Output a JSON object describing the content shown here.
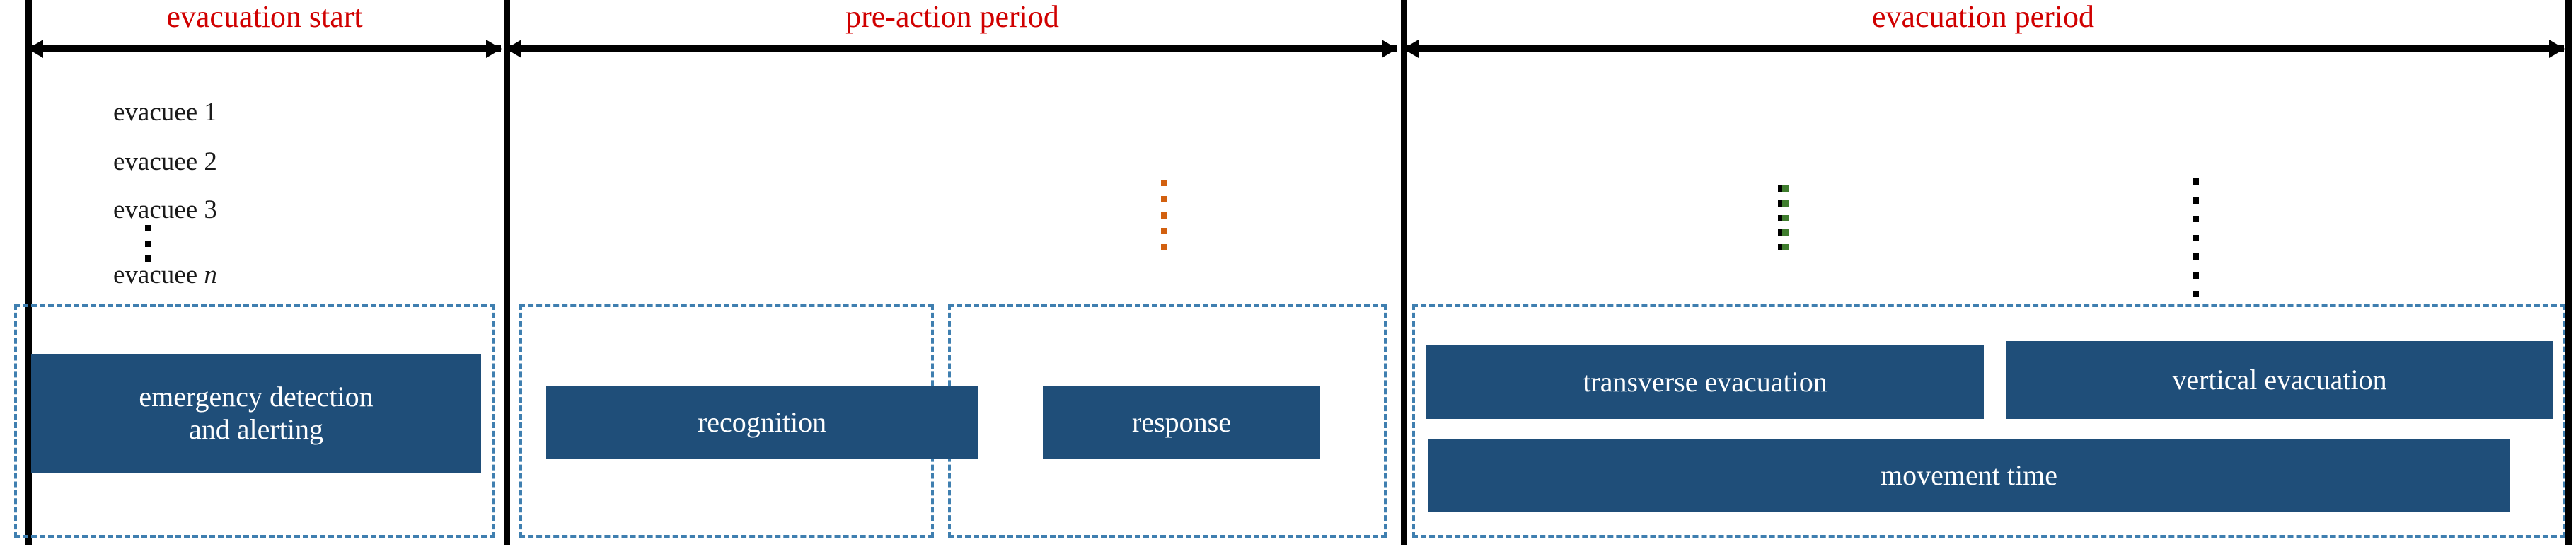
{
  "figure": {
    "title": "evacuation timeline phases diagram",
    "type": "timeline-diagram"
  },
  "periods": [
    {
      "id": "evacuation-start",
      "label": "evacuation start"
    },
    {
      "id": "pre-action-period",
      "label": "pre-action period"
    },
    {
      "id": "evacuation-period",
      "label": "evacuation period"
    }
  ],
  "evacuees": [
    {
      "id": "evacuee-1",
      "label": "evacuee 1"
    },
    {
      "id": "evacuee-2",
      "label": "evacuee 2"
    },
    {
      "id": "evacuee-3",
      "label": "evacuee 3"
    },
    {
      "id": "evacuee-n",
      "label": "evacuee ",
      "italic_suffix": "n"
    }
  ],
  "ellipsis_symbol": "⋮",
  "phase_blocks": [
    {
      "id": "emergency-detection-and-alerting",
      "line1": "emergency detection",
      "line2": "and alerting"
    },
    {
      "id": "recognition",
      "label": "recognition"
    },
    {
      "id": "response",
      "label": "response"
    },
    {
      "id": "transverse-evacuation",
      "label": "transverse evacuation"
    },
    {
      "id": "vertical-evacuation",
      "label": "vertical evacuation"
    },
    {
      "id": "movement-time",
      "label": "movement time"
    }
  ],
  "legend_colors": {
    "detection_alerting": "#cc0000",
    "recognition": "#7030a0",
    "response": "#d2600f",
    "transverse_evacuation": "#3f7d2e",
    "vertical_evacuation": "#2b7cc1",
    "period_title": "#d00000",
    "phase_block": "#1f4e79",
    "group_border": "#3f7fb0",
    "axis": "#000000"
  }
}
